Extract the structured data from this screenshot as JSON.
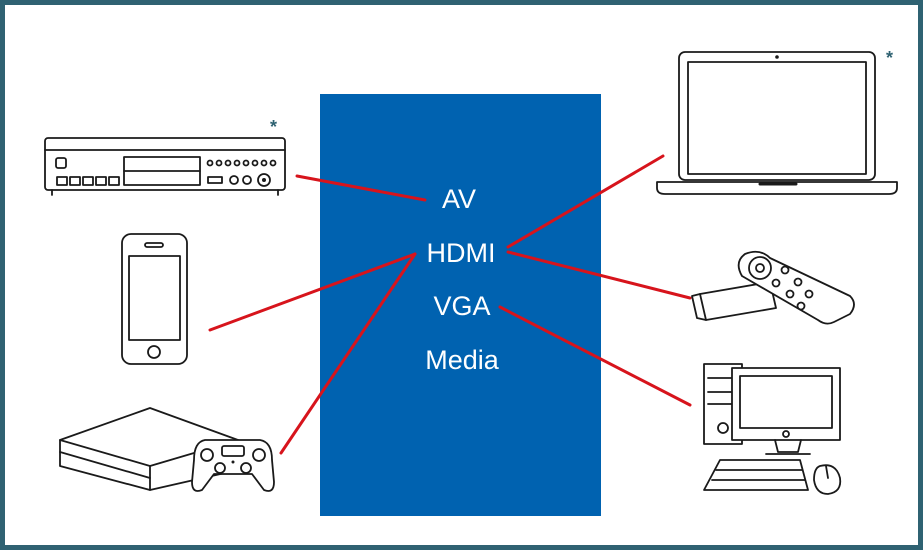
{
  "colors": {
    "frame": "#2f6272",
    "panel": "#0062b0",
    "wire": "#d7141c",
    "asterisk": "#2f6272",
    "panel_text": "#ffffff"
  },
  "inputs": {
    "av": "AV",
    "hdmi": "HDMI",
    "vga": "VGA",
    "media": "Media"
  },
  "markers": {
    "dvd_note": "*",
    "laptop_note": "*"
  },
  "devices": {
    "dvd_player": "dvd-player-icon",
    "smartphone": "smartphone-icon",
    "game_console": "game-console-icon",
    "laptop": "laptop-icon",
    "streaming_stick": "streaming-stick-icon",
    "desktop_pc": "desktop-computer-icon"
  }
}
